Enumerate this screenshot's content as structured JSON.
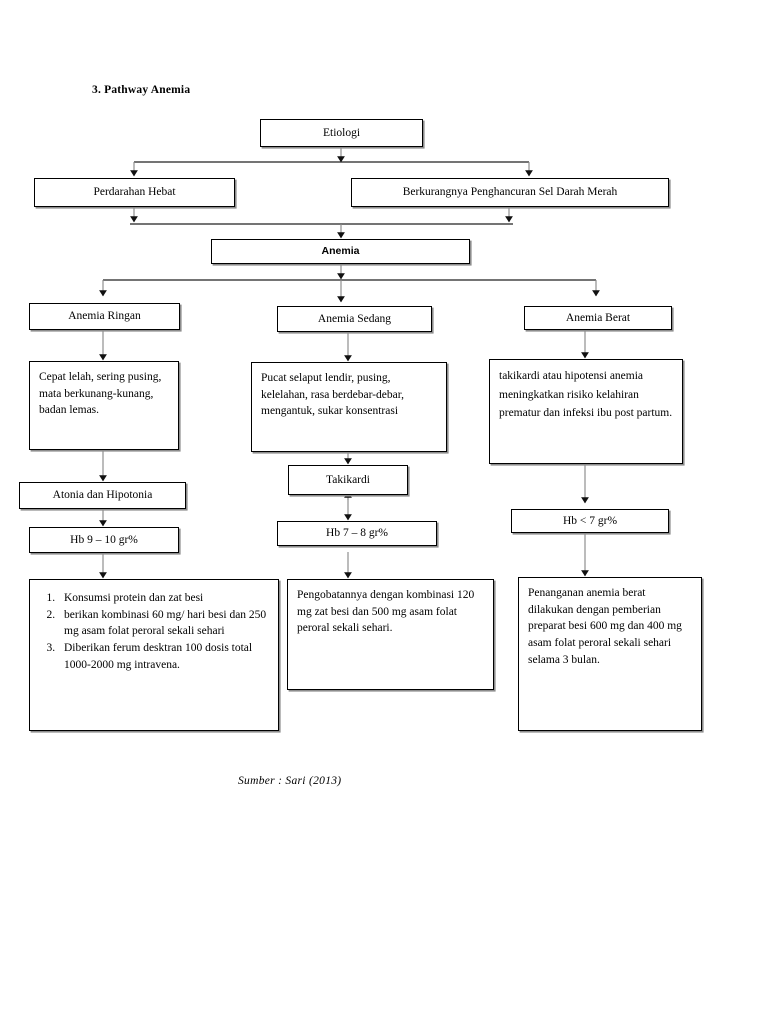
{
  "document": {
    "title": "3. Pathway Anemia",
    "caption": "Sumber : Sari (2013)"
  },
  "nodes": {
    "etiologi": "Etiologi",
    "perdarahan_hebat": "Perdarahan Hebat",
    "berkurangnya_penghancuran": "Berkurangnya Penghancuran Sel Darah Merah",
    "anemia": "Anemia",
    "anemia_ringan": "Anemia Ringan",
    "anemia_sedang": "Anemia Sedang",
    "anemia_berat": "Anemia Berat",
    "gejala_ringan": "Cepat lelah, sering pusing, mata berkunang-kunang, badan lemas.",
    "gejala_sedang": "Pucat selaput lendir, pusing, kelelahan, rasa berdebar-debar, mengantuk, sukar konsentrasi",
    "gejala_berat": "takikardi atau hipotensi anemia meningkatkan risiko kelahiran prematur dan infeksi ibu post partum.",
    "atonia_hipotonia": "Atonia dan Hipotonia",
    "takikardi": "Takikardi",
    "hb_ringan": "Hb 9 – 10 gr%",
    "hb_sedang": "Hb 7 – 8 gr%",
    "hb_berat": "Hb < 7 gr%",
    "terapi_ringan_items": [
      "Konsumsi protein dan zat besi",
      "berikan kombinasi 60 mg/ hari besi dan 250 mg asam folat peroral sekali sehari",
      "Diberikan ferum desktran 100 dosis total 1000-2000 mg intravena."
    ],
    "terapi_sedang": "Pengobatannya dengan kombinasi 120 mg  zat besi dan 500 mg asam folat peroral sekali sehari.",
    "terapi_berat": "Penanganan anemia berat dilakukan dengan pemberian preparat besi 600 mg dan 400 mg asam folat peroral sekali sehari selama 3 bulan."
  },
  "style": {
    "line_color": "#7a7a7a",
    "border_color": "#000000",
    "background": "#ffffff",
    "shadow_color": "#8d8d8d"
  }
}
